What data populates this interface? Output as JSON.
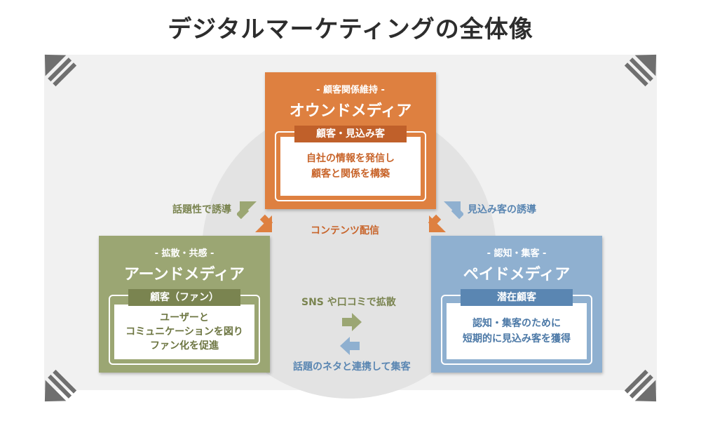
{
  "title": "デジタルマーケティングの全体像",
  "colors": {
    "owned": "#de8040",
    "owned_dark": "#c8642a",
    "earned": "#9ba673",
    "earned_dark": "#7a8450",
    "paid": "#8fb0d0",
    "paid_dark": "#5a86b2",
    "circle": "#e3e3e3",
    "panel": "#f1f1f1"
  },
  "owned": {
    "tag": "- 顧客関係維持 -",
    "name": "オウンドメディア",
    "target": "顧客・見込み客",
    "desc_line1": "自社の情報を発信し",
    "desc_line2": "顧客と関係を構築"
  },
  "earned": {
    "tag": "- 拡散・共感 -",
    "name": "アーンドメディア",
    "target": "顧客（ファン）",
    "desc_line1": "ユーザーと",
    "desc_line2": "コミュニケーションを図り",
    "desc_line3": "ファン化を促進"
  },
  "paid": {
    "tag": "- 認知・集客 -",
    "name": "ペイドメディア",
    "target": "潜在顧客",
    "desc_line1": "認知・集客のために",
    "desc_line2": "短期的に見込み客を獲得"
  },
  "flows": {
    "earned_to_owned": "話題性で誘導",
    "paid_to_owned": "見込み客の誘導",
    "owned_out": "コンテンツ配信",
    "earned_to_paid": "SNS や口コミで拡散",
    "paid_to_earned": "話題のネタと連携して集客"
  }
}
